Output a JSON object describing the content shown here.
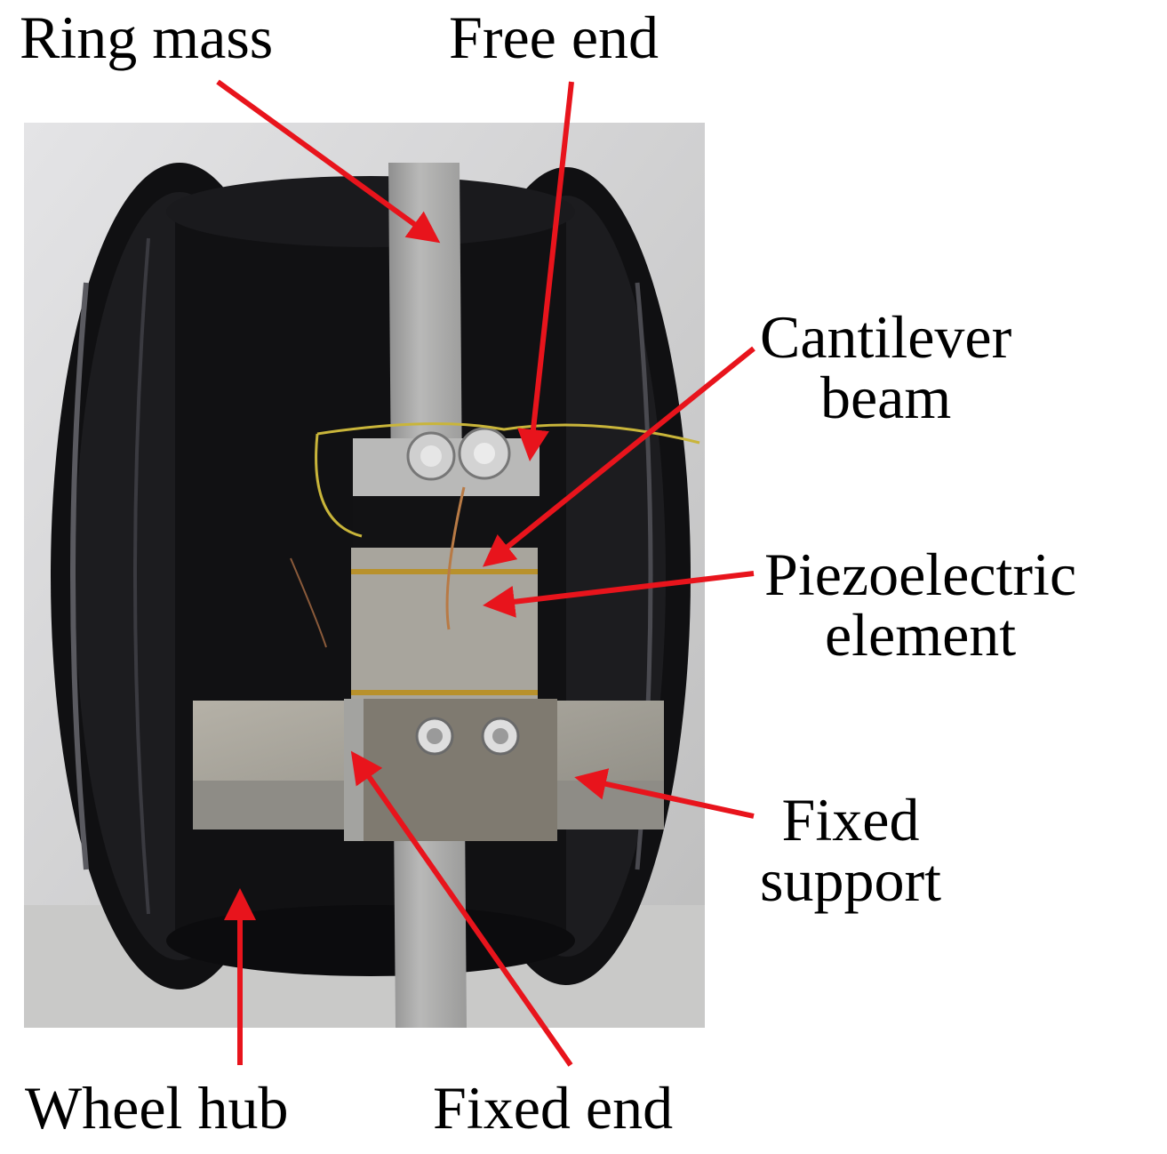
{
  "labels": {
    "ring_mass": "Ring mass",
    "free_end": "Free end",
    "cantilever_line1": "Cantilever",
    "cantilever_line2": "beam",
    "piezo_line1": "Piezoelectric",
    "piezo_line2": "element",
    "fixed_support_line1": "Fixed",
    "fixed_support_line2": "support",
    "wheel_hub": "Wheel hub",
    "fixed_end": "Fixed end"
  },
  "colors": {
    "arrow": "#e8141c",
    "background": "#ffffff",
    "wheel": "#0d0d0f",
    "metal": "#a9a9a6",
    "backdrop": "#cfcfd0"
  }
}
